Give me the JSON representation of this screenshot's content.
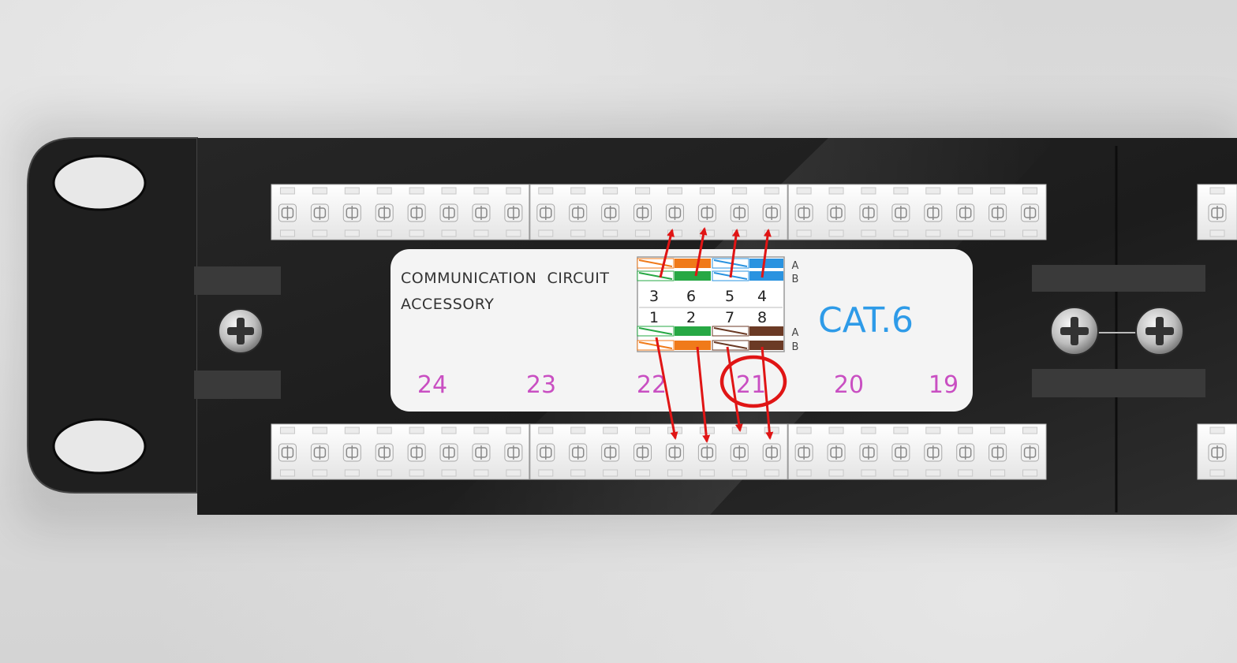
{
  "label": {
    "line1": "COMMUNICATION  CIRCUIT",
    "line2": "ACCESSORY",
    "category": "CAT.6",
    "top_pins": [
      "3",
      "6",
      "5",
      "4"
    ],
    "bottom_pins": [
      "1",
      "2",
      "7",
      "8"
    ],
    "scheme_a": "A",
    "scheme_b": "B",
    "ports": [
      "24",
      "23",
      "22",
      "21",
      "20",
      "19"
    ],
    "highlighted_port": "21"
  },
  "colors": {
    "panel": "#1d1d1d",
    "label_bg": "#f4f4f4",
    "category_text": "#2e9be8",
    "port_numbers": "#c94fc2",
    "annotation": "#e01515",
    "orange": "#f07a1a",
    "green": "#27a844",
    "blue": "#2a93e0",
    "brown": "#6b3a25"
  }
}
